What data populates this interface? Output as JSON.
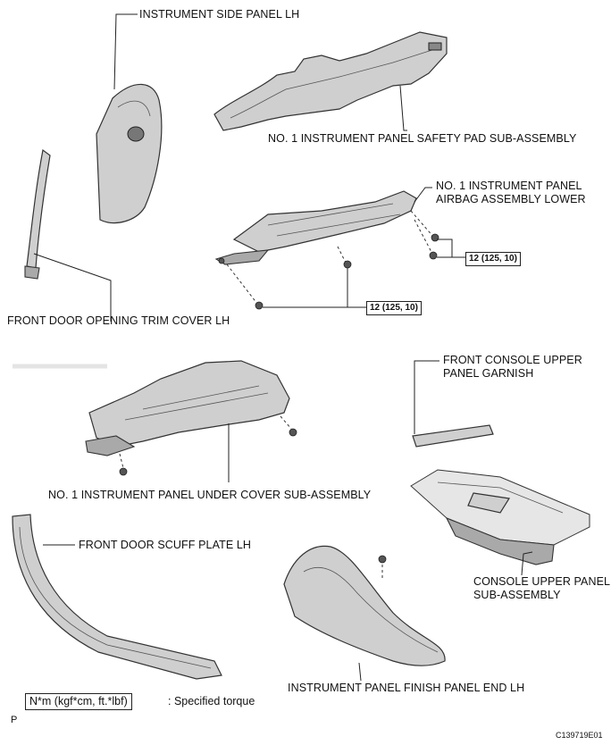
{
  "labels": {
    "instrument_side_panel": "INSTRUMENT SIDE PANEL LH",
    "safety_pad": "NO. 1 INSTRUMENT PANEL SAFETY PAD SUB-ASSEMBLY",
    "airbag_line1": "NO. 1 INSTRUMENT PANEL",
    "airbag_line2": "AIRBAG ASSEMBLY LOWER",
    "front_door_trim": "FRONT DOOR OPENING TRIM COVER LH",
    "console_garnish_line1": "FRONT CONSOLE UPPER",
    "console_garnish_line2": "PANEL GARNISH",
    "under_cover": "NO. 1 INSTRUMENT PANEL UNDER COVER SUB-ASSEMBLY",
    "scuff_plate": "FRONT DOOR SCUFF PLATE LH",
    "console_panel_line1": "CONSOLE UPPER PANEL",
    "console_panel_line2": "SUB-ASSEMBLY",
    "finish_panel": "INSTRUMENT PANEL FINISH PANEL END LH"
  },
  "torque": {
    "upper": "12 (125, 10)",
    "lower": "12 (125, 10)"
  },
  "legend": {
    "box": "N*m (kgf*cm, ft.*lbf)",
    "text": ": Specified torque"
  },
  "footer": {
    "corner_letter": "P",
    "figure_code": "C139719E01"
  }
}
